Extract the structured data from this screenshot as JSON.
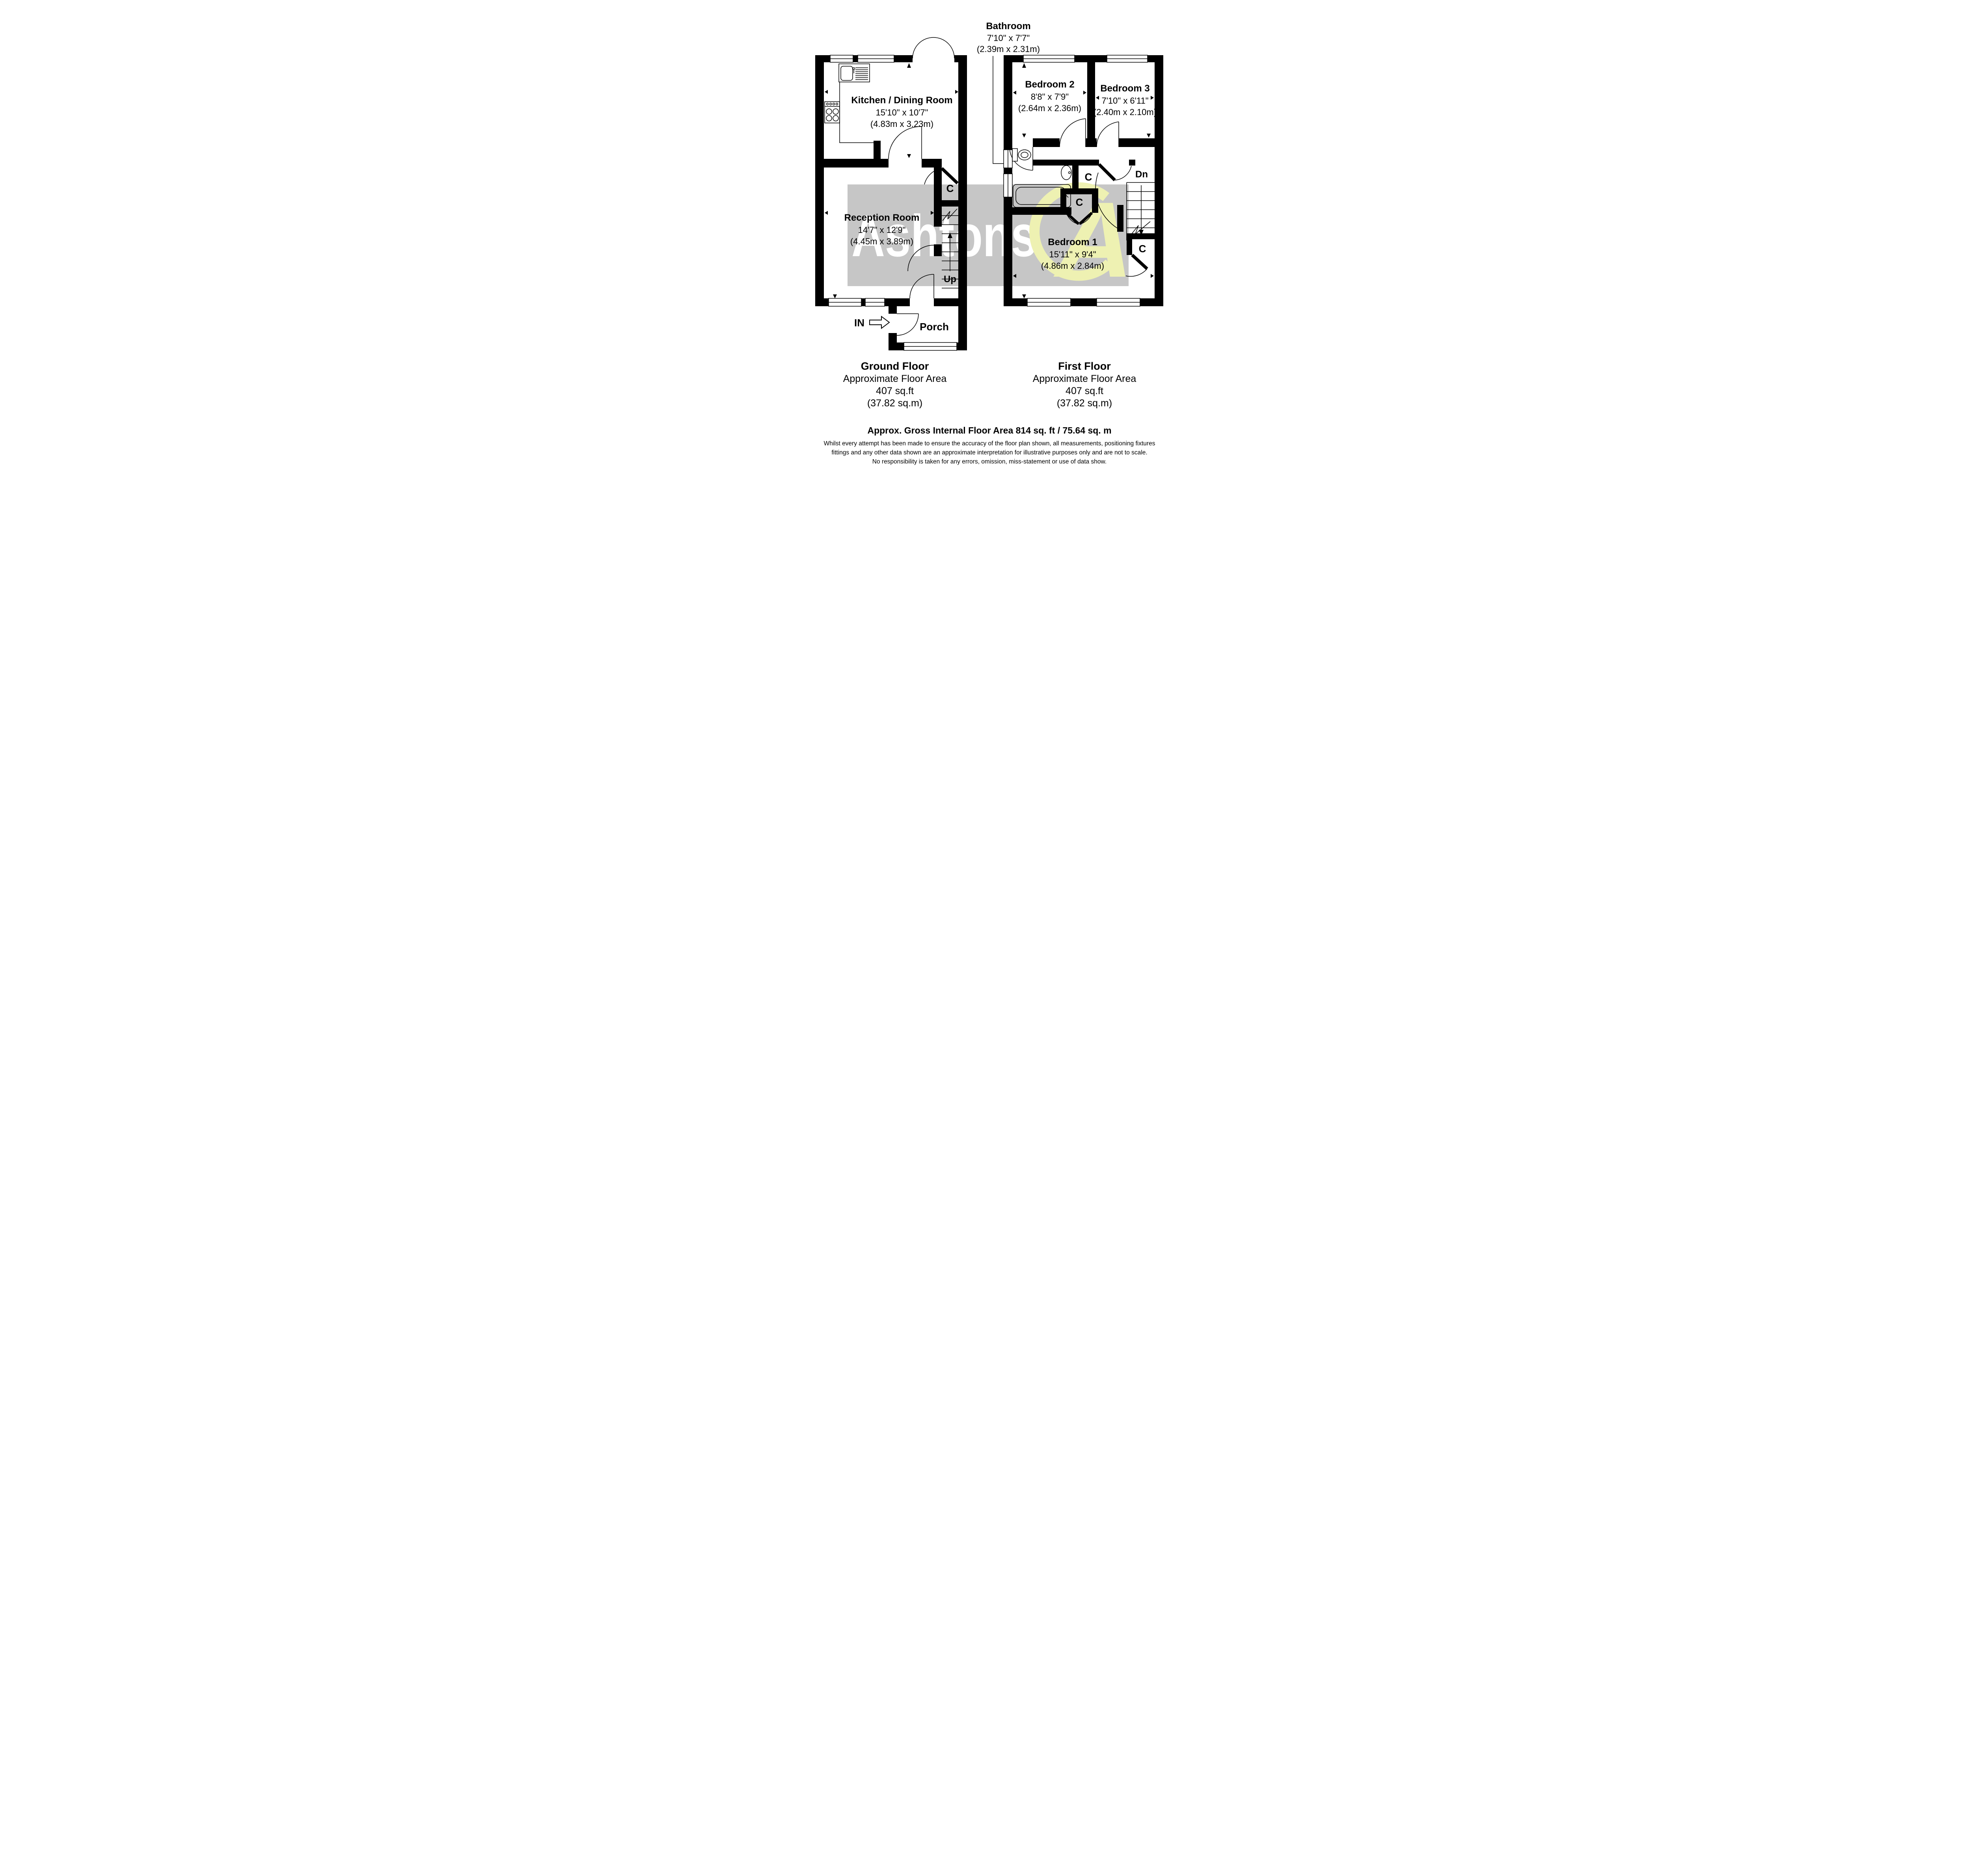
{
  "watermark": {
    "brand": "Ashtons",
    "logo_letter": "A"
  },
  "header": {
    "name": "Bathroom",
    "imperial": "7'10\" x 7'7\"",
    "metric": "(2.39m x 2.31m)"
  },
  "ground_floor": {
    "kitchen": {
      "name": "Kitchen / Dining Room",
      "imperial": "15'10\" x 10'7\"",
      "metric": "(4.83m x 3.23m)"
    },
    "reception": {
      "name": "Reception Room",
      "imperial": "14'7\" x 12'9\"",
      "metric": "(4.45m x 3.89m)"
    },
    "porch": {
      "name": "Porch"
    },
    "closet": "C",
    "stairs": "Up",
    "entry": "IN",
    "footer": {
      "title": "Ground Floor",
      "area_label": "Approximate Floor Area",
      "area_imperial": "407 sq.ft",
      "area_metric": "(37.82 sq.m)"
    }
  },
  "first_floor": {
    "bedroom1": {
      "name": "Bedroom 1",
      "imperial": "15'11\" x 9'4\"",
      "metric": "(4.86m x 2.84m)"
    },
    "bedroom2": {
      "name": "Bedroom 2",
      "imperial": "8'8\" x 7'9\"",
      "metric": "(2.64m x 2.36m)"
    },
    "bedroom3": {
      "name": "Bedroom 3",
      "imperial": "7'10\" x 6'11\"",
      "metric": "(2.40m x 2.10m)"
    },
    "closet_landing": "C",
    "closet_middle": "C",
    "closet_bottom": "C",
    "stairs": "Dn",
    "footer": {
      "title": "First Floor",
      "area_label": "Approximate Floor Area",
      "area_imperial": "407 sq.ft",
      "area_metric": "(37.82 sq.m)"
    }
  },
  "summary": {
    "gross": "Approx. Gross Internal Floor Area 814 sq. ft / 75.64 sq. m",
    "disclaimer": [
      "Whilst every attempt has been made to ensure the accuracy of the floor plan shown, all measurements, positioning fixtures",
      "fittings and any other data shown are an approximate interpretation for illustrative purposes only and are not to scale.",
      "No responsibility is taken for any errors, omission, miss-statement or use of data show."
    ]
  },
  "colors": {
    "wall": "#000000",
    "watermark_band": "#c6c6c6",
    "watermark_text": "#ffffff",
    "watermark_logo": "#eef1b2",
    "background": "#ffffff"
  }
}
